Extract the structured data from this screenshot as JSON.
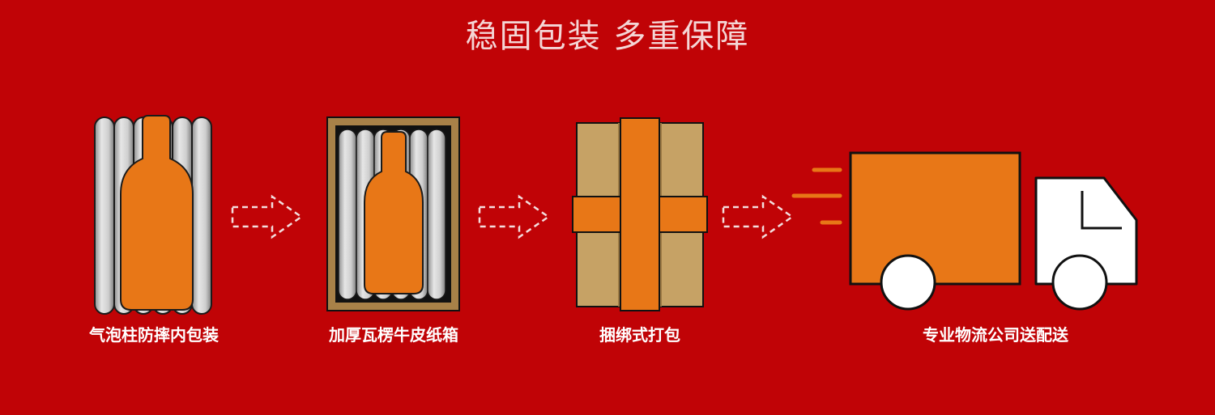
{
  "header": {
    "title": "稳固包装 多重保障"
  },
  "steps": [
    {
      "label": "气泡柱防摔内包装",
      "icon": "bubble-wrap-bottle-icon"
    },
    {
      "label": "加厚瓦楞牛皮纸箱",
      "icon": "corrugated-box-bottle-icon"
    },
    {
      "label": "捆绑式打包",
      "icon": "strapped-package-icon"
    },
    {
      "label": "专业物流公司送配送",
      "icon": "delivery-truck-icon"
    }
  ],
  "arrows": {
    "icon": "dashed-arrow-icon"
  },
  "colors": {
    "background": "#c00306",
    "accent_orange": "#e87717",
    "bubble_gray": "#cfcfcf",
    "kraft_tan": "#c6a265",
    "box_brown": "#a88148",
    "outline": "#111111",
    "white": "#ffffff"
  }
}
